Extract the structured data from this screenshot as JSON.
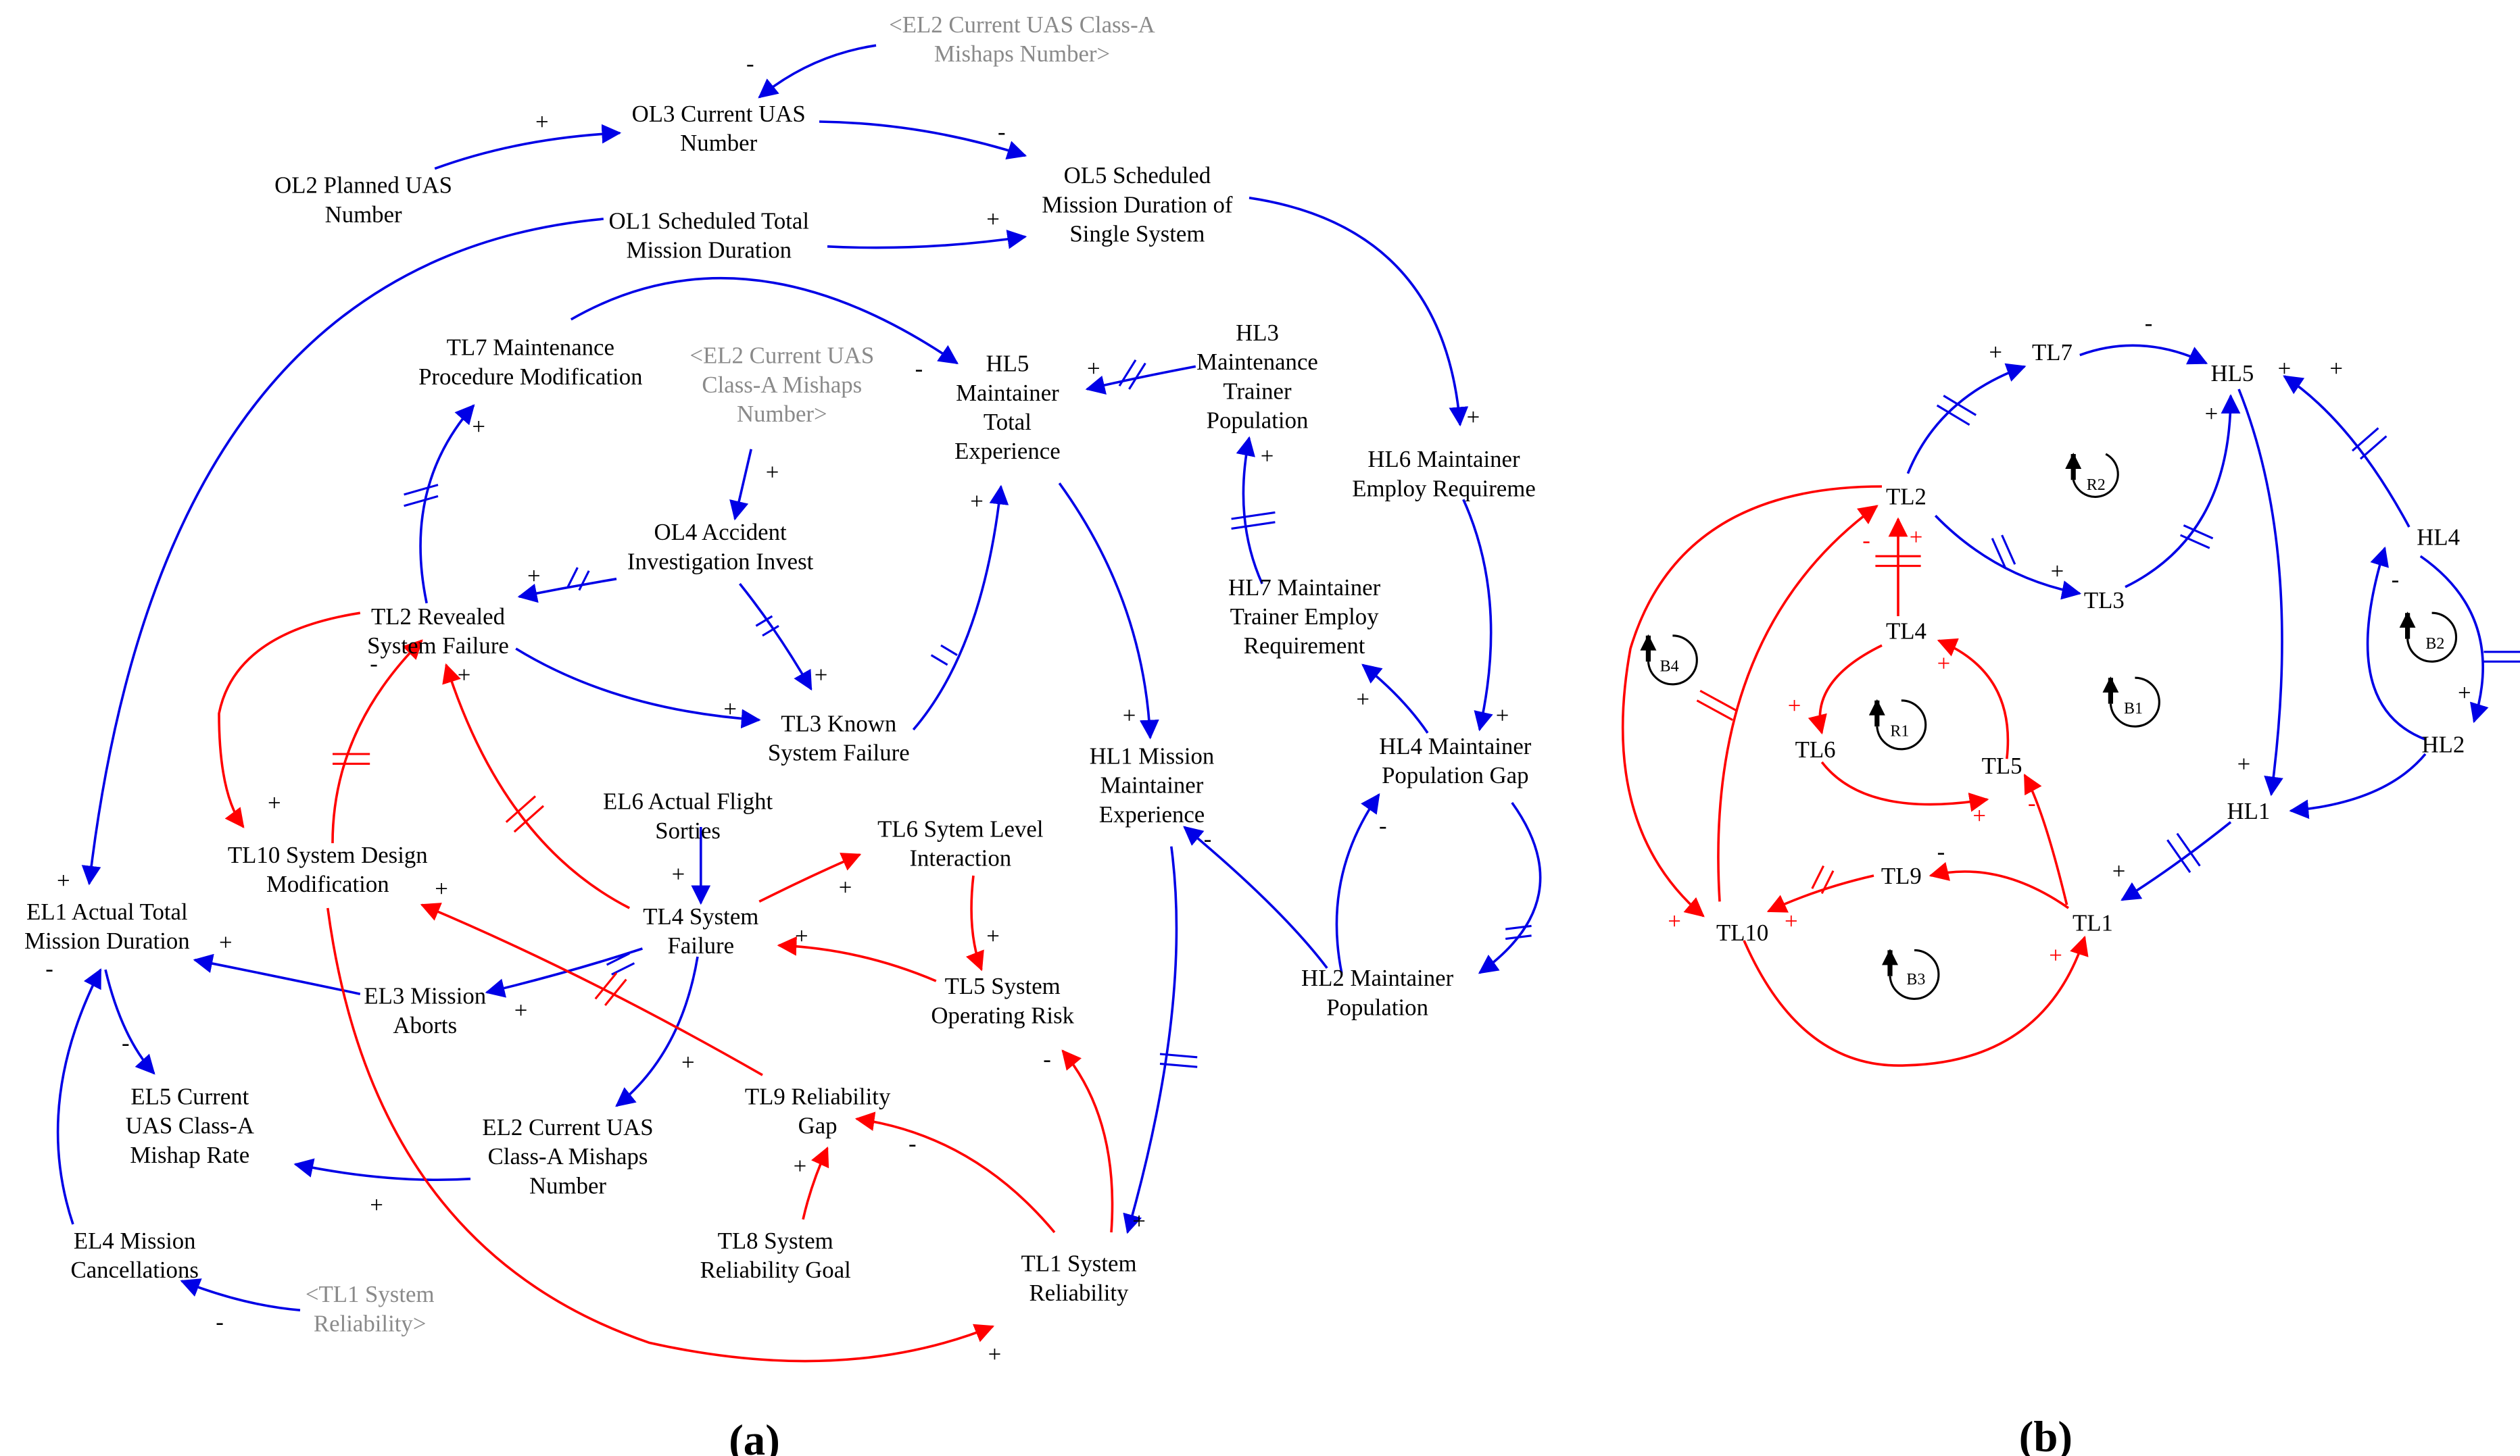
{
  "panels": {
    "a": {
      "caption": "(a)",
      "nodes": [
        {
          "id": "EL2c_top",
          "lines": [
            "<EL2 Current UAS Class-A",
            "Mishaps Number>"
          ],
          "gray": true
        },
        {
          "id": "OL3",
          "lines": [
            "OL3 Current UAS",
            "Number"
          ]
        },
        {
          "id": "OL2",
          "lines": [
            "OL2 Planned UAS",
            "Number"
          ]
        },
        {
          "id": "OL1",
          "lines": [
            "OL1 Scheduled Total",
            "Mission Duration"
          ]
        },
        {
          "id": "OL5",
          "lines": [
            "OL5 Scheduled",
            "Mission Duration of",
            "Single System"
          ]
        },
        {
          "id": "TL7",
          "lines": [
            "TL7 Maintenance",
            "Procedure Modification"
          ]
        },
        {
          "id": "EL2c_mid",
          "lines": [
            "<EL2 Current UAS",
            "Class-A Mishaps",
            "Number>"
          ],
          "gray": true
        },
        {
          "id": "HL5",
          "lines": [
            "HL5",
            "Maintainer",
            "Total",
            "Experience"
          ]
        },
        {
          "id": "HL3",
          "lines": [
            "HL3",
            "Maintenance",
            "Trainer",
            "Population"
          ]
        },
        {
          "id": "HL6",
          "lines": [
            "HL6 Maintainer",
            "Employ Requireme"
          ]
        },
        {
          "id": "OL4",
          "lines": [
            "OL4 Accident",
            "Investigation Invest"
          ]
        },
        {
          "id": "HL7",
          "lines": [
            "HL7 Maintainer",
            "Trainer Employ",
            "Requirement"
          ]
        },
        {
          "id": "TL2",
          "lines": [
            "TL2 Revealed",
            "System Failure"
          ]
        },
        {
          "id": "TL3",
          "lines": [
            "TL3 Known",
            "System Failure"
          ]
        },
        {
          "id": "HL1",
          "lines": [
            "HL1 Mission",
            "Maintainer",
            "Experience"
          ]
        },
        {
          "id": "HL4",
          "lines": [
            "HL4 Maintainer",
            "Population Gap"
          ]
        },
        {
          "id": "EL6",
          "lines": [
            "EL6 Actual Flight",
            "Sorties"
          ]
        },
        {
          "id": "TL6",
          "lines": [
            "TL6 Sytem Level",
            "Interaction"
          ]
        },
        {
          "id": "TL10",
          "lines": [
            "TL10 System Design",
            "Modification"
          ]
        },
        {
          "id": "EL1",
          "lines": [
            "EL1 Actual Total",
            "Mission Duration"
          ]
        },
        {
          "id": "TL4",
          "lines": [
            "TL4 System",
            "Failure"
          ]
        },
        {
          "id": "TL5",
          "lines": [
            "TL5 System",
            "Operating Risk"
          ]
        },
        {
          "id": "HL2",
          "lines": [
            "HL2 Maintainer",
            "Population"
          ]
        },
        {
          "id": "EL3",
          "lines": [
            "EL3 Mission",
            "Aborts"
          ]
        },
        {
          "id": "EL5",
          "lines": [
            "EL5 Current",
            "UAS Class-A",
            "Mishap Rate"
          ]
        },
        {
          "id": "EL2",
          "lines": [
            "EL2 Current UAS",
            "Class-A Mishaps",
            "Number"
          ]
        },
        {
          "id": "TL9",
          "lines": [
            "TL9 Reliability",
            "Gap"
          ]
        },
        {
          "id": "EL4",
          "lines": [
            "EL4 Mission",
            "Cancellations"
          ]
        },
        {
          "id": "TL8",
          "lines": [
            "TL8 System",
            "Reliability Goal"
          ]
        },
        {
          "id": "TL1",
          "lines": [
            "TL1 System",
            "Reliability"
          ]
        },
        {
          "id": "TL1c",
          "lines": [
            "<TL1 System",
            "Reliability>"
          ],
          "gray": true
        }
      ]
    },
    "b": {
      "caption": "(b)",
      "nodes": [
        "TL7",
        "HL5",
        "TL2",
        "HL4",
        "TL3",
        "TL4",
        "TL6",
        "TL5",
        "HL2",
        "HL1",
        "TL9",
        "TL10",
        "TL1"
      ],
      "loops": [
        "R2",
        "B4",
        "R1",
        "B1",
        "B2",
        "B3"
      ]
    }
  },
  "colors": {
    "blue": "#0000e6",
    "red": "#ff0000",
    "gray": "#8a8a8a"
  }
}
